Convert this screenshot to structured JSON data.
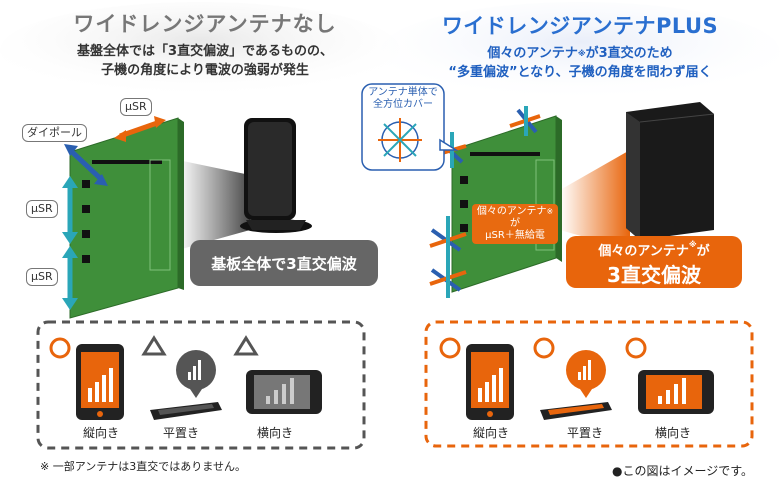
{
  "left": {
    "title": "ワイドレンジアンテナなし",
    "subtitle_line1": "基盤全体では「3直交偏波」であるものの、",
    "subtitle_line2": "子機の角度により電波の強弱が発生",
    "labels": {
      "dipole": "ダイポール",
      "usr_top": "μSR",
      "usr_mid": "μSR",
      "usr_bottom": "μSR"
    },
    "callout": "基板全体で3直交偏波",
    "devices": [
      {
        "label": "縦向き",
        "mark": "○"
      },
      {
        "label": "平置き",
        "mark": "△"
      },
      {
        "label": "横向き",
        "mark": "△"
      }
    ],
    "footnote": "※ 一部アンテナは3直交ではありません。"
  },
  "right": {
    "title": "ワイドレンジアンテナPLUS",
    "subtitle_line1_a": "個々のアンテナ",
    "subtitle_line1_sup": "※",
    "subtitle_line1_b": "が3直交のため",
    "subtitle_line2": "“多重偏波”となり、子機の角度を問わず届く",
    "bubble_line1": "アンテナ単体で",
    "bubble_line2": "全方位カバー",
    "ant_box_line1_a": "個々のアンテナ",
    "ant_box_line1_sup": "※",
    "ant_box_line1_b": "が",
    "ant_box_line2": "μSR＋無給電",
    "callout_line1_a": "個々のアンテナ",
    "callout_line1_sup": "※",
    "callout_line1_b": "が",
    "callout_line2": "3直交偏波",
    "devices": [
      {
        "label": "縦向き",
        "mark": "○"
      },
      {
        "label": "平置き",
        "mark": "○"
      },
      {
        "label": "横向き",
        "mark": "○"
      }
    ],
    "footnote": "●この図はイメージです。"
  },
  "colors": {
    "orange": "#e8650c",
    "board_green": "#3f8f3a",
    "gray_dark": "#666666",
    "arrow_teal": "#2aa6b8",
    "arrow_blue": "#2a5fb0",
    "title_blue": "#2a6fd0"
  }
}
